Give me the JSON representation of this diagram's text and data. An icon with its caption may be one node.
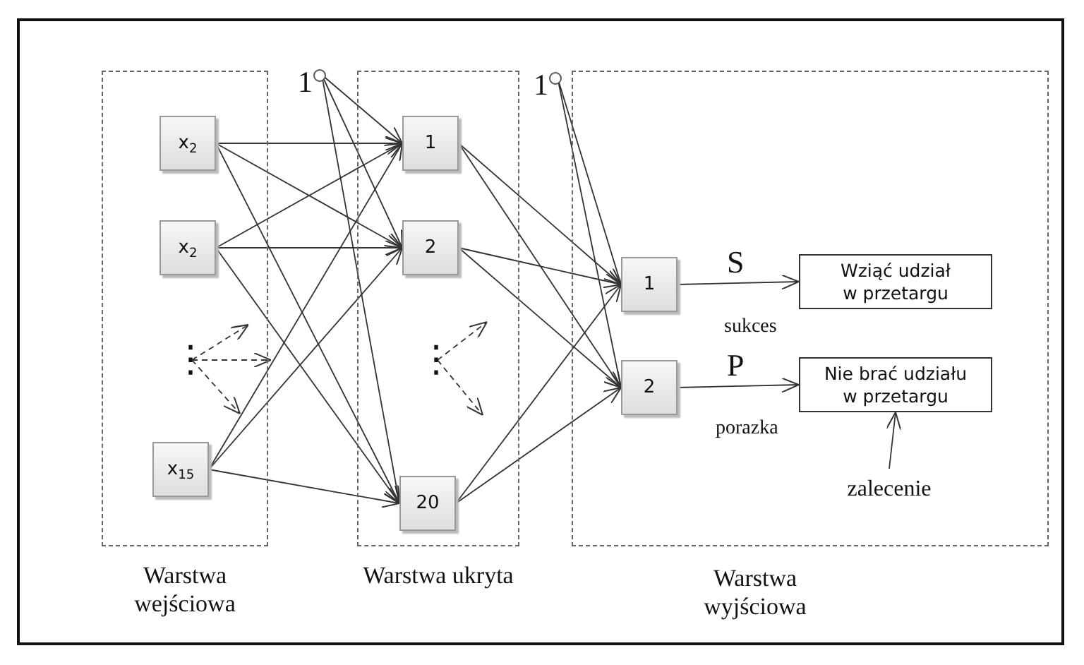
{
  "diagram": {
    "nodes": [
      {
        "text": [
          "Warstwa wejściowa"
        ]
      },
      {
        "text": [
          "x$_{2}$"
        ],
        "in": 0
      },
      {
        "text": [
          "x$_{2}$"
        ],
        "in": 0
      },
      {
        "text": [
          "⋮"
        ],
        "in": 0
      },
      {
        "text": [
          "x$_{15}$"
        ],
        "in": 0
      },
      {
        "text": [
          "1"
        ]
      },
      {
        "text": [
          "Warstwa ukryta"
        ]
      },
      {
        "text": [
          "1"
        ],
        "in": 6
      },
      {
        "text": [
          "2"
        ],
        "in": 6
      },
      {
        "text": [
          "⋮"
        ],
        "in": 6
      },
      {
        "text": [
          "20"
        ],
        "in": 6
      },
      {
        "text": [
          "1"
        ]
      },
      {
        "text": [
          "Warstwa wyjściowa"
        ]
      },
      {
        "text": [
          "1"
        ],
        "in": 12
      },
      {
        "text": [
          "2"
        ],
        "in": 12
      },
      {
        "text": [
          "Wziąć udział w przetargu"
        ],
        "in": 12
      },
      {
        "text": [
          "Nie brać udziału w przetargu"
        ],
        "in": 12
      },
      {
        "text": [
          "zalecenie"
        ],
        "in": 12
      }
    ],
    "edges": [
      {
        "from": 1,
        "to": 7,
        "arrow": "to"
      },
      {
        "from": 1,
        "to": 8,
        "arrow": "to"
      },
      {
        "from": 1,
        "to": 10,
        "arrow": "to"
      },
      {
        "from": 2,
        "to": 7,
        "arrow": "to"
      },
      {
        "from": 2,
        "to": 8,
        "arrow": "to"
      },
      {
        "from": 2,
        "to": 10,
        "arrow": "to"
      },
      {
        "from": 4,
        "to": 7,
        "arrow": "to"
      },
      {
        "from": 4,
        "to": 8,
        "arrow": "to"
      },
      {
        "from": 4,
        "to": 10,
        "arrow": "to"
      },
      {
        "from": 5,
        "to": 7,
        "arrow": "to"
      },
      {
        "from": 5,
        "to": 8,
        "arrow": "to"
      },
      {
        "from": 5,
        "to": 10,
        "arrow": "to"
      },
      {
        "from": 3,
        "to": null,
        "arrow": "to",
        "style": "dashed"
      },
      {
        "from": 3,
        "to": null,
        "arrow": "to",
        "style": "dashed"
      },
      {
        "from": 3,
        "to": null,
        "arrow": "to",
        "style": "dashed"
      },
      {
        "from": 9,
        "to": null,
        "arrow": "to",
        "style": "dashed"
      },
      {
        "from": 9,
        "to": null,
        "arrow": "to",
        "style": "dashed"
      },
      {
        "from": 7,
        "to": 13,
        "arrow": "to"
      },
      {
        "from": 7,
        "to": 14,
        "arrow": "to"
      },
      {
        "from": 8,
        "to": 13,
        "arrow": "to"
      },
      {
        "from": 8,
        "to": 14,
        "arrow": "to"
      },
      {
        "from": 10,
        "to": 13,
        "arrow": "to"
      },
      {
        "from": 10,
        "to": 14,
        "arrow": "to"
      },
      {
        "from": 11,
        "to": 13,
        "arrow": "to"
      },
      {
        "from": 11,
        "to": 14,
        "arrow": "to"
      },
      {
        "from": 13,
        "to": 15,
        "arrow": "to",
        "label": "S"
      },
      {
        "from": 14,
        "to": 16,
        "arrow": "to",
        "label": "P"
      },
      {
        "from": 17,
        "to": 16,
        "arrow": "to"
      }
    ],
    "labels": [
      "sukces",
      "porazka"
    ]
  }
}
